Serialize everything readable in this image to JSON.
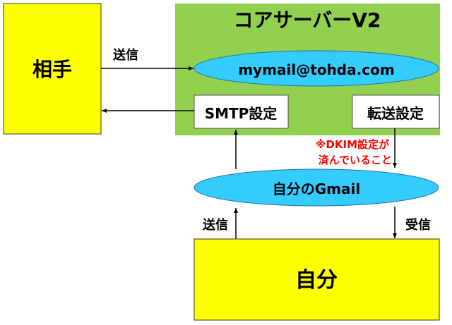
{
  "partner": {
    "label": "相手"
  },
  "server": {
    "title": "コアサーバーV2",
    "address": "mymail@tohda.com",
    "smtp": "SMTP設定",
    "forward": "転送設定"
  },
  "note": {
    "line1": "※DKIM設定が",
    "line2": "済んでいること"
  },
  "gmail": {
    "label": "自分のGmail"
  },
  "me": {
    "label": "自分"
  },
  "arrows": {
    "send_to_server": "送信",
    "send_from_me": "送信",
    "receive": "受信"
  },
  "colors": {
    "yellow": "#ffff00",
    "green": "#92d050",
    "cyan": "#33ccff",
    "note": "#ff0000"
  }
}
